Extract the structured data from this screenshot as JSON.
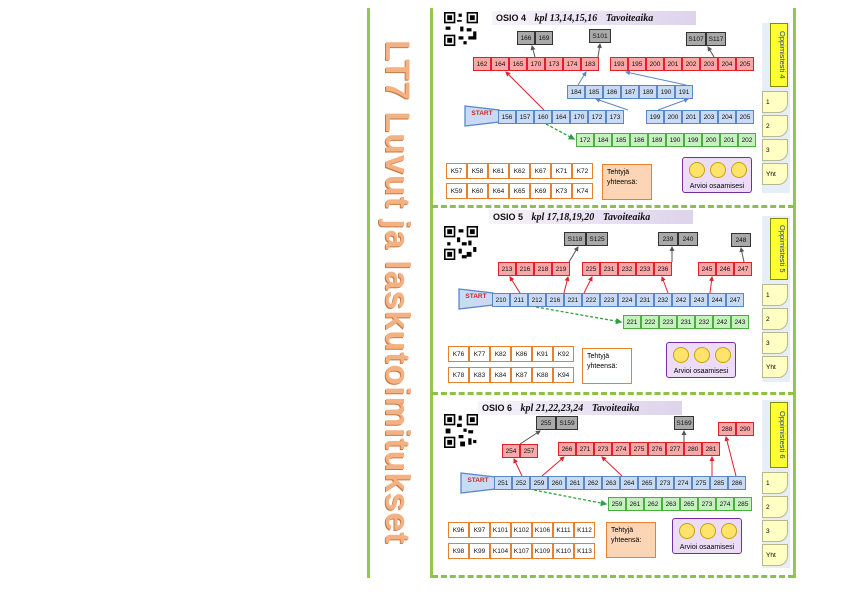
{
  "title": "LT7 Luvut ja laskutoimitukset",
  "start_label": "START",
  "total_label": "Tehtyjä yhteensä:",
  "assess_label": "Arvioi osaamisesi",
  "test_total_label": "Yht",
  "sections": [
    {
      "header": "OSIO 4",
      "chapters": "kpl 13,14,15,16",
      "goal": "Tavoiteaika",
      "gray": [
        [
          "166",
          "169"
        ],
        [
          "S101"
        ],
        [
          "S107",
          "S117"
        ]
      ],
      "red": [
        [
          "162",
          "164",
          "165",
          "170",
          "173",
          "174",
          "183"
        ],
        [
          "193",
          "195",
          "200",
          "201",
          "202",
          "203",
          "204",
          "205"
        ]
      ],
      "blue_mid": [
        "184",
        "185",
        "186",
        "187",
        "189",
        "190",
        "191"
      ],
      "blue_start": [
        "156",
        "157",
        "160",
        "164",
        "170",
        "172",
        "173"
      ],
      "blue_right": [
        "199",
        "200",
        "201",
        "203",
        "204",
        "205"
      ],
      "green": [
        "172",
        "184",
        "185",
        "186",
        "189",
        "190",
        "199",
        "200",
        "201",
        "202"
      ],
      "k_row1": [
        "K57",
        "K58",
        "K61",
        "K62",
        "K67",
        "K71",
        "K72"
      ],
      "k_row2": [
        "K59",
        "K60",
        "K64",
        "K65",
        "K69",
        "K73",
        "K74"
      ],
      "test_label": "Oppimistesti 4",
      "test_items": [
        "1",
        "2",
        "3"
      ]
    },
    {
      "header": "OSIO 5",
      "chapters": "kpl 17,18,19,20",
      "goal": "Tavoiteaika",
      "gray": [
        [
          "S118",
          "S125"
        ],
        [
          "239",
          "240"
        ],
        [
          "248"
        ]
      ],
      "red": [
        [
          "213",
          "216",
          "218",
          "219"
        ],
        [
          "225",
          "231",
          "232",
          "233",
          "236"
        ],
        [
          "245",
          "246",
          "247"
        ]
      ],
      "blue_start": [
        "210",
        "211",
        "212",
        "216",
        "221",
        "222",
        "223",
        "224",
        "231",
        "232",
        "242",
        "243",
        "244",
        "247"
      ],
      "green": [
        "221",
        "222",
        "223",
        "231",
        "232",
        "242",
        "243"
      ],
      "k_row1": [
        "K76",
        "K77",
        "K82",
        "K86",
        "K91",
        "K92"
      ],
      "k_row2": [
        "K78",
        "K83",
        "K84",
        "K87",
        "K88",
        "K94"
      ],
      "test_label": "Oppimistesti 5",
      "test_items": [
        "1",
        "2",
        "3"
      ]
    },
    {
      "header": "OSIO 6",
      "chapters": "kpl 21,22,23,24",
      "goal": "Tavoiteaika",
      "gray": [
        [
          "255",
          "S159"
        ],
        [
          "S169"
        ]
      ],
      "red": [
        [
          "254",
          "257"
        ],
        [
          "266",
          "271",
          "273",
          "274",
          "275",
          "276",
          "277",
          "280",
          "281"
        ],
        [
          "288",
          "290"
        ]
      ],
      "blue_start": [
        "251",
        "252",
        "259",
        "260",
        "261",
        "262",
        "263",
        "264",
        "265",
        "273",
        "274",
        "275",
        "285",
        "286"
      ],
      "green": [
        "259",
        "261",
        "262",
        "263",
        "265",
        "273",
        "274",
        "285"
      ],
      "k_row1": [
        "K96",
        "K97",
        "K101",
        "K102",
        "K106",
        "K111",
        "K112"
      ],
      "k_row2": [
        "K98",
        "K99",
        "K104",
        "K107",
        "K109",
        "K110",
        "K113"
      ],
      "test_label": "Oppimistesti 6",
      "test_items": [
        "1",
        "2",
        "3"
      ]
    }
  ]
}
